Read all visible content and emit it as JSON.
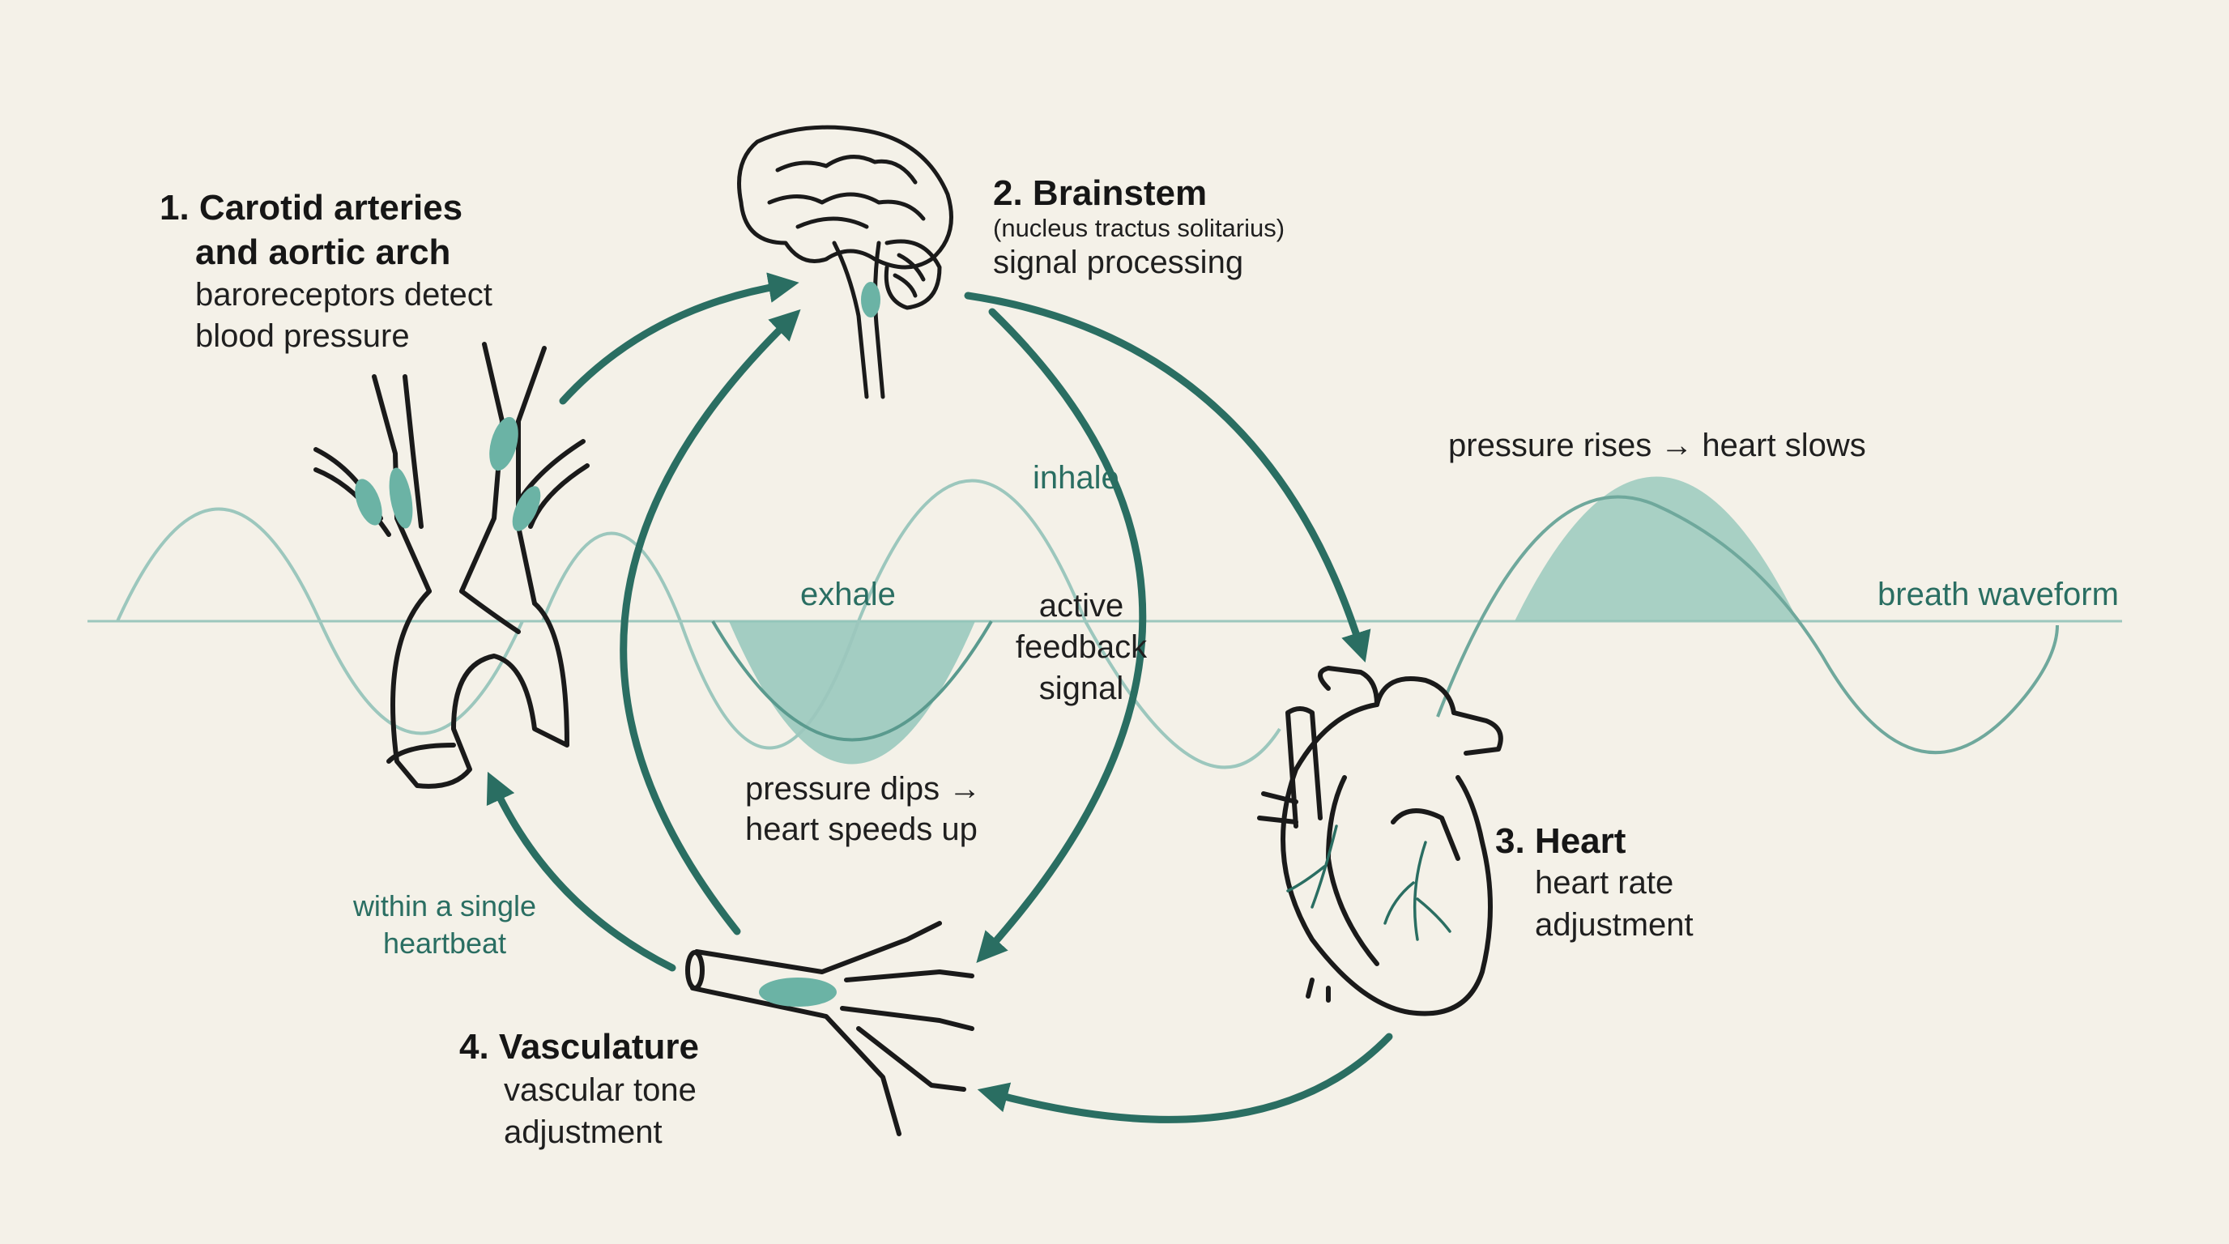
{
  "colors": {
    "background": "#f4f1e8",
    "arrow": "#2a6e62",
    "waveform": "#9cc7bd",
    "fill": "#8fc4b8",
    "ink": "#1a1a1a",
    "accent": "#6bb3a5"
  },
  "icons": [
    "carotid-artery-icon",
    "brain-icon",
    "heart-icon",
    "blood-vessel-icon"
  ],
  "stages": {
    "carotid": {
      "title1": "1. Carotid arteries",
      "title2": "and aortic arch",
      "desc1": "baroreceptors detect",
      "desc2": "blood pressure"
    },
    "brainstem": {
      "title": "2. Brainstem",
      "sub": "(nucleus tractus solitarius)",
      "desc": "signal processing"
    },
    "heart": {
      "title": "3. Heart",
      "desc1": "heart rate",
      "desc2": "adjustment"
    },
    "vasculature": {
      "title": "4. Vasculature",
      "desc1": "vascular tone",
      "desc2": "adjustment"
    }
  },
  "labels": {
    "inhale": "inhale",
    "exhale": "exhale",
    "breath_waveform": "breath waveform",
    "pressure_rises": "pressure rises → heart slows",
    "pressure_dips_1": "pressure dips →",
    "pressure_dips_2": "heart speeds up",
    "active_1": "active",
    "active_2": "feedback",
    "active_3": "signal",
    "within_1": "within a single",
    "within_2": "heartbeat"
  }
}
